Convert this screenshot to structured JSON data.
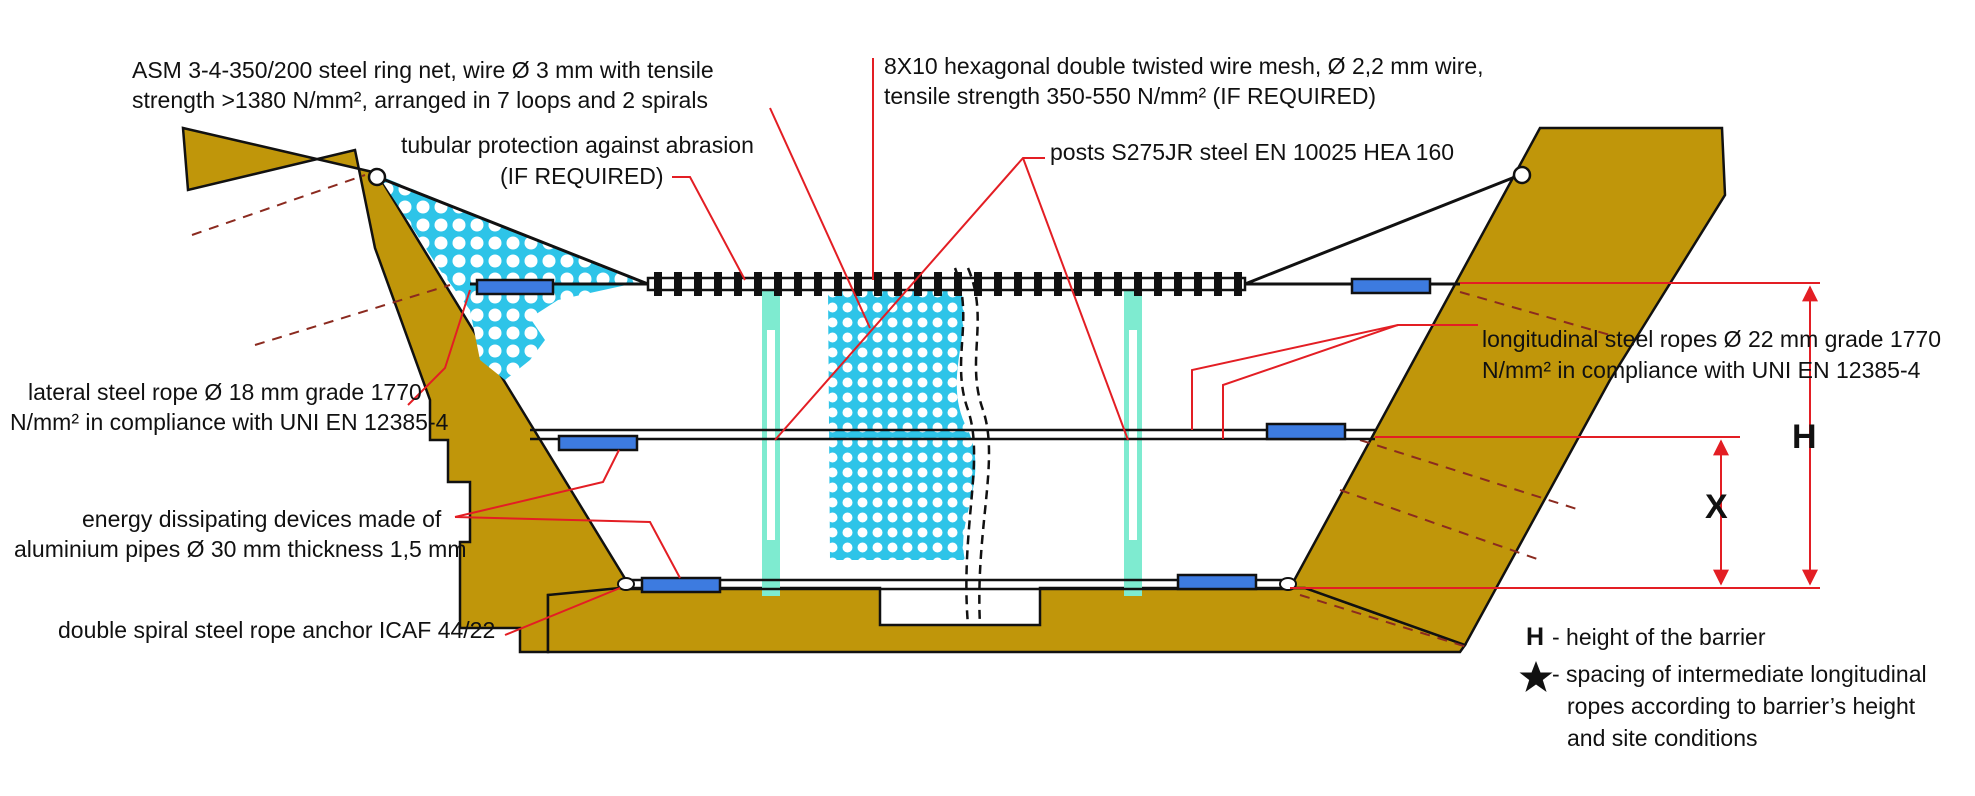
{
  "labels": {
    "ring_net_1": "ASM 3-4-350/200 steel ring net, wire Ø 3 mm with tensile",
    "ring_net_2": "strength >1380 N/mm², arranged in 7 loops and 2 spirals",
    "hex_mesh_1": "8X10 hexagonal double twisted wire mesh, Ø 2,2 mm wire,",
    "hex_mesh_2": "tensile strength 350-550 N/mm² (IF REQUIRED)",
    "tubular_1": "tubular protection against abrasion",
    "tubular_2": "(IF REQUIRED)",
    "posts": "posts S275JR steel EN 10025 HEA 160",
    "longitudinal_1": "longitudinal steel ropes Ø 22 mm grade 1770",
    "longitudinal_2": "N/mm² in compliance with UNI EN 12385-4",
    "lateral_1": "lateral steel rope Ø 18 mm grade 1770",
    "lateral_2": "N/mm² in compliance with UNI EN 12385-4",
    "energy_1": "energy dissipating devices made of",
    "energy_2": "aluminium pipes Ø 30 mm thickness 1,5 mm",
    "anchor": "double spiral steel rope anchor ICAF 44/22"
  },
  "dimensions": {
    "h_marker": "H",
    "x_marker": "X"
  },
  "legend": {
    "h_key": "H",
    "h_text": "- height of the barrier",
    "star_text_1": "- spacing of intermediate longitudinal",
    "star_text_2": "ropes according to barrier’s height",
    "star_text_3": "and site conditions"
  },
  "colors": {
    "ground": "#C0960A",
    "annotation": "#E31E24",
    "dissipator": "#3D7BE0",
    "ring_net": "#2EC4E8",
    "post": "#7EEBD0",
    "rope": "#111111"
  },
  "icons": {
    "legend_marker": "star-icon"
  }
}
